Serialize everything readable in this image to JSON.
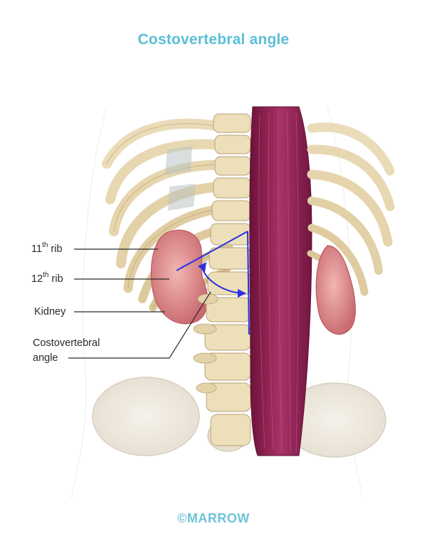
{
  "title": "Costovertebral angle",
  "labels": {
    "rib11_main": "11",
    "rib11_sup": "th",
    "rib11_rest": " rib",
    "rib12_main": "12",
    "rib12_sup": "th",
    "rib12_rest": " rib",
    "kidney": "Kidney",
    "cv_angle_line1": "Costovertebral",
    "cv_angle_line2": "angle"
  },
  "footer": "©MARROW",
  "colors": {
    "title": "#5bbfd6",
    "angle_marker": "#2a32e0",
    "muscle": "#8e1f4f",
    "bone": "#e6d6b0",
    "kidney": "#d9858a"
  }
}
